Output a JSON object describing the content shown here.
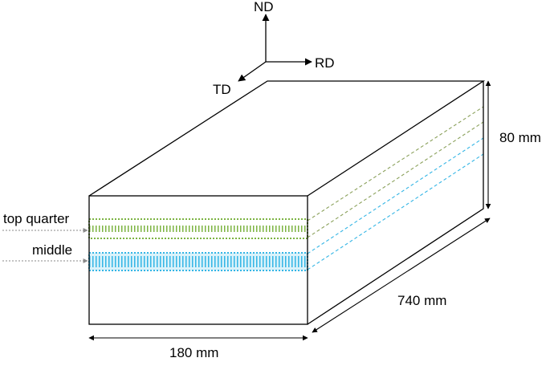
{
  "axes": {
    "nd": "ND",
    "rd": "RD",
    "td": "TD"
  },
  "layers": {
    "top_quarter": "top quarter",
    "middle": "middle"
  },
  "dimensions": {
    "width": "180 mm",
    "length": "740 mm",
    "height": "80 mm"
  },
  "colors": {
    "outline": "#000000",
    "top_quarter_layer": "#7cb342",
    "top_quarter_dashed": "#8aa05a",
    "middle_layer": "#33b5e5",
    "pointer": "#8a8a8a"
  }
}
